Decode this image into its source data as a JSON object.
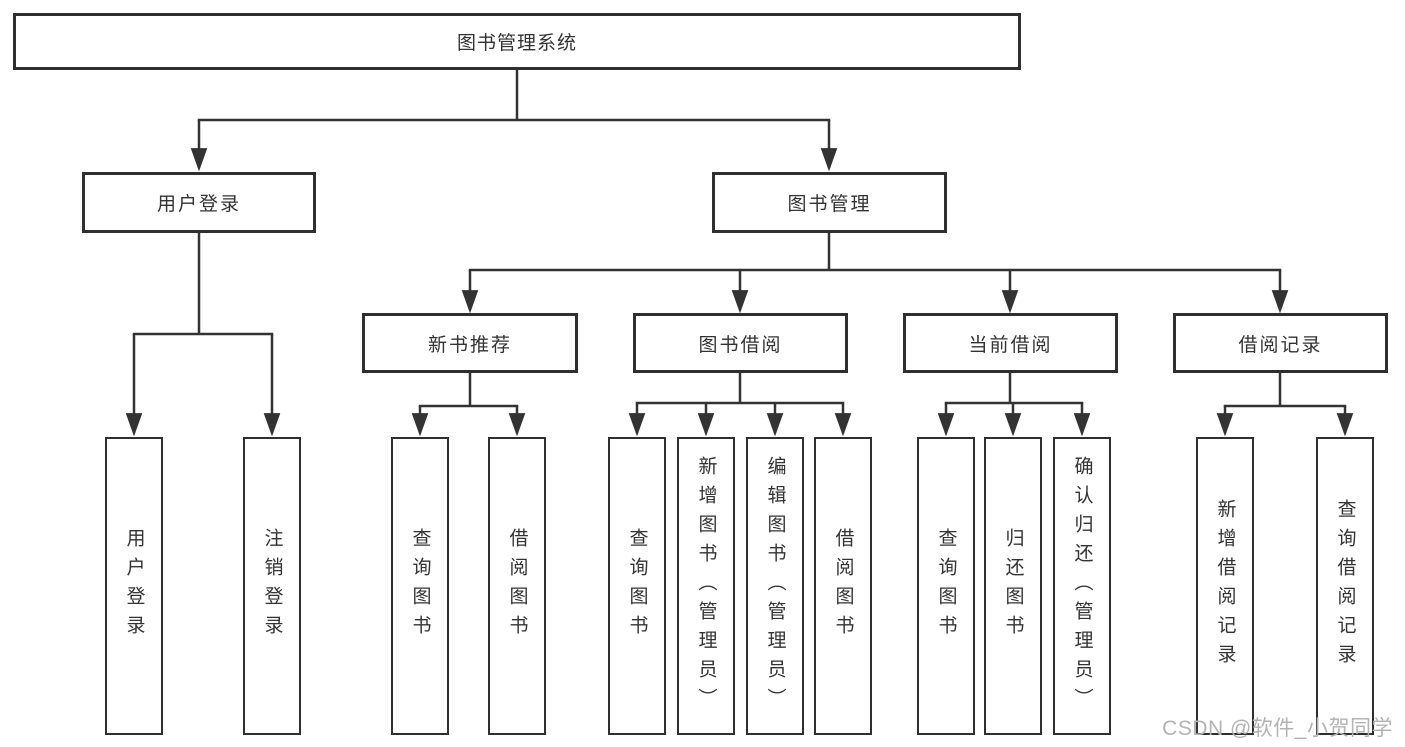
{
  "diagram": {
    "tree": {
      "label": "图书管理系统",
      "children": [
        {
          "label": "用户登录",
          "children": [
            {
              "label": "用户登录"
            },
            {
              "label": "注销登录"
            }
          ]
        },
        {
          "label": "图书管理",
          "children": [
            {
              "label": "新书推荐",
              "children": [
                {
                  "label": "查询图书"
                },
                {
                  "label": "借阅图书"
                }
              ]
            },
            {
              "label": "图书借阅",
              "children": [
                {
                  "label": "查询图书"
                },
                {
                  "label": "新增图书（管理员）"
                },
                {
                  "label": "编辑图书（管理员）"
                },
                {
                  "label": "借阅图书"
                }
              ]
            },
            {
              "label": "当前借阅",
              "children": [
                {
                  "label": "查询图书"
                },
                {
                  "label": "归还图书"
                },
                {
                  "label": "确认归还（管理员）"
                }
              ]
            },
            {
              "label": "借阅记录",
              "children": [
                {
                  "label": "新增借阅记录"
                },
                {
                  "label": "查询借阅记录"
                }
              ]
            }
          ]
        }
      ]
    },
    "watermark": "CSDN @软件_小贺同学",
    "colors": {
      "line": "#333333",
      "box_border": "#2f2f2f",
      "text": "#333333",
      "background": "#ffffff",
      "watermark": "#b3b3b3"
    }
  }
}
